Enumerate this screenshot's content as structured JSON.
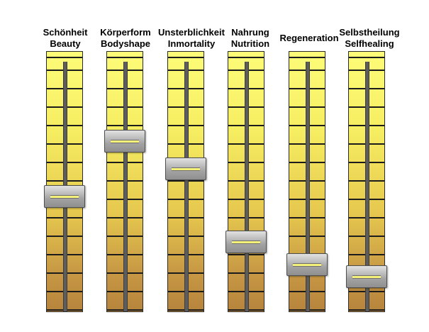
{
  "colors": {
    "fader_top": "#fdfc78",
    "fader_bottom": "#b6843c",
    "grid_line": "#1c1c1c",
    "track": "#5d5d5d",
    "handle": "#b0b0b0",
    "handle_indicator": "#f4f078"
  },
  "sliders": [
    {
      "id": "beauty",
      "label_de": "Schönheit",
      "label_en": "Beauty",
      "level": 0.46
    },
    {
      "id": "bodyshape",
      "label_de": "Körperform",
      "label_en": "Bodyshape",
      "level": 0.68
    },
    {
      "id": "inmortality",
      "label_de": "Unsterblichkeit",
      "label_en": "Inmortality",
      "level": 0.57
    },
    {
      "id": "nutrition",
      "label_de": "Nahrung",
      "label_en": "Nutrition",
      "level": 0.28
    },
    {
      "id": "regeneration",
      "label_de": "Regeneration",
      "label_en": "",
      "level": 0.19
    },
    {
      "id": "selfhealing",
      "label_de": "Selbstheilung",
      "label_en": "Selfhealing",
      "level": 0.14
    }
  ]
}
